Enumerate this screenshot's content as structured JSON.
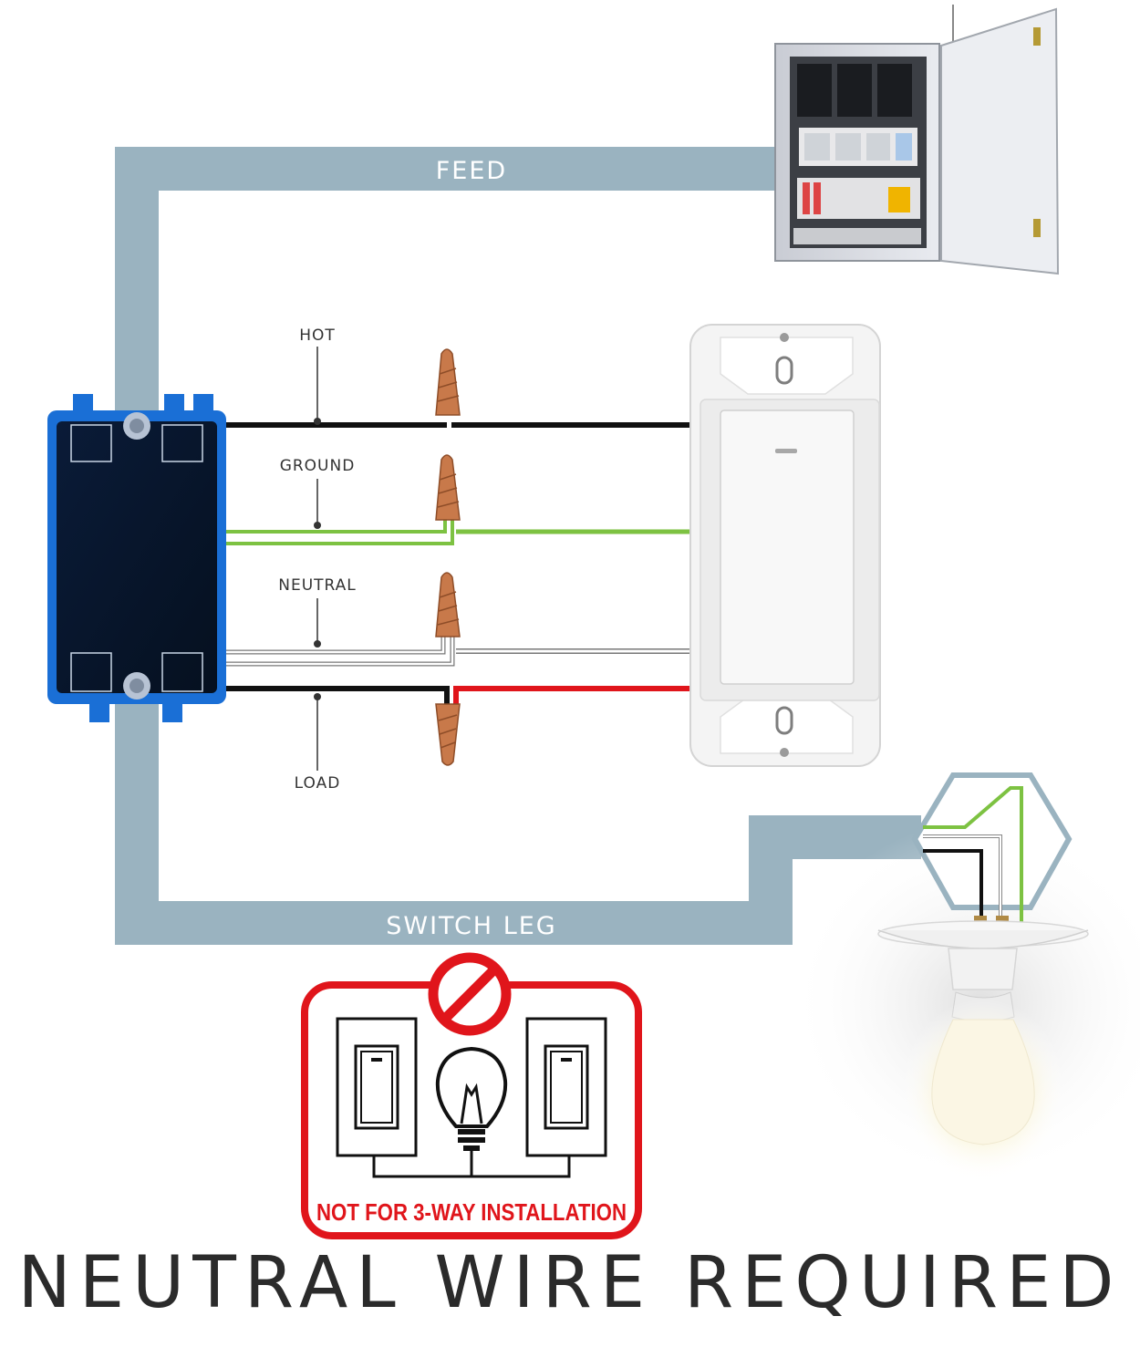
{
  "conduits": {
    "feed_label": "FEED",
    "switch_leg_label": "SWITCH LEG",
    "color": "#9ab3c0"
  },
  "wires": [
    {
      "label": "HOT",
      "color": "#111111"
    },
    {
      "label": "GROUND",
      "color": "#7dc242"
    },
    {
      "label": "NEUTRAL",
      "color": "#ffffff"
    },
    {
      "label": "LOAD",
      "color": "#e0151b"
    }
  ],
  "warning": {
    "text": "NOT FOR 3-WAY INSTALLATION",
    "color": "#e0151b"
  },
  "headline": "NEUTRAL WIRE REQUIRED",
  "colors": {
    "junction_box": "#1a6fd6",
    "wire_nut": "#c8794a",
    "switch_plate": "#f4f4f4"
  }
}
